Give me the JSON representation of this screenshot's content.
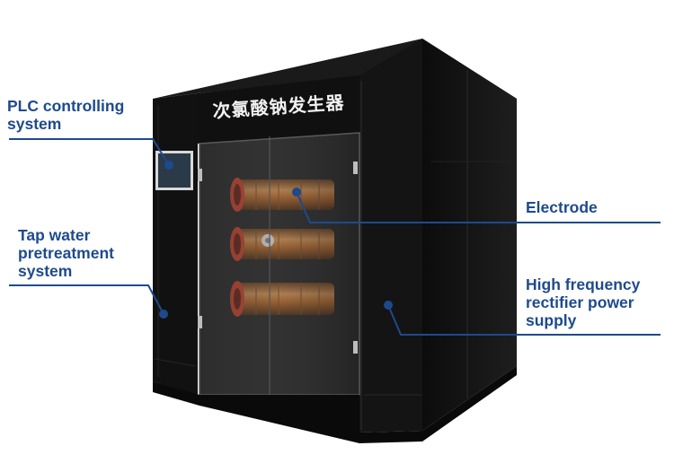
{
  "machine": {
    "panel_title": "次氯酸钠发生器"
  },
  "callouts": [
    {
      "id": "plc",
      "lines": [
        "PLC controlling",
        "system"
      ]
    },
    {
      "id": "tap",
      "lines": [
        "Tap water",
        "pretreatment",
        "system"
      ]
    },
    {
      "id": "electrode",
      "lines": [
        "Electrode"
      ]
    },
    {
      "id": "hf",
      "lines": [
        "High frequency",
        "rectifier power",
        "supply"
      ]
    }
  ],
  "colors": {
    "callout_text": "#1e4a8c",
    "callout_line": "#1e4a8c",
    "cabinet": "#111111",
    "electrode_tube": "#b8641e",
    "flange": "#d83a1e"
  }
}
